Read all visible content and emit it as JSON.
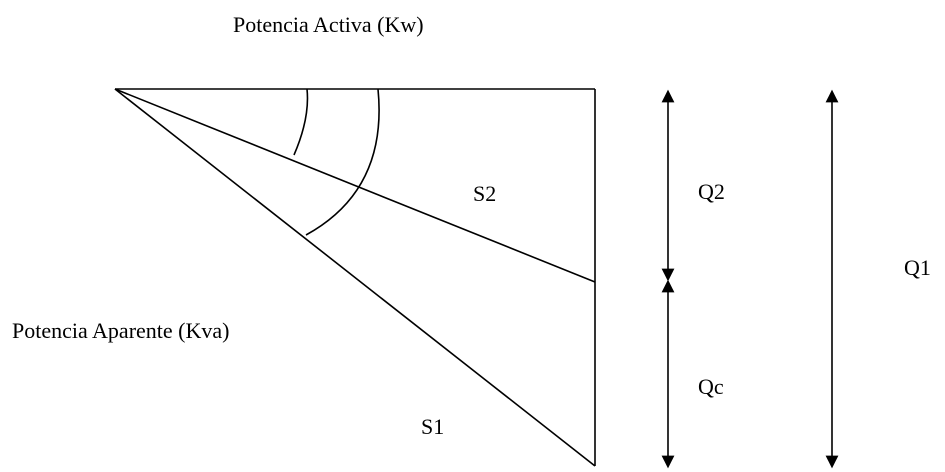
{
  "diagram": {
    "active_power_label": "Potencia Activa (Kw)",
    "apparent_power_label": "Potencia Aparente (Kva)",
    "s2_label": "S2",
    "s1_label": "S1",
    "q2_label": "Q2",
    "qc_label": "Qc",
    "q1_label": "Q1",
    "line_color": "#000000",
    "background_color": "#ffffff"
  }
}
